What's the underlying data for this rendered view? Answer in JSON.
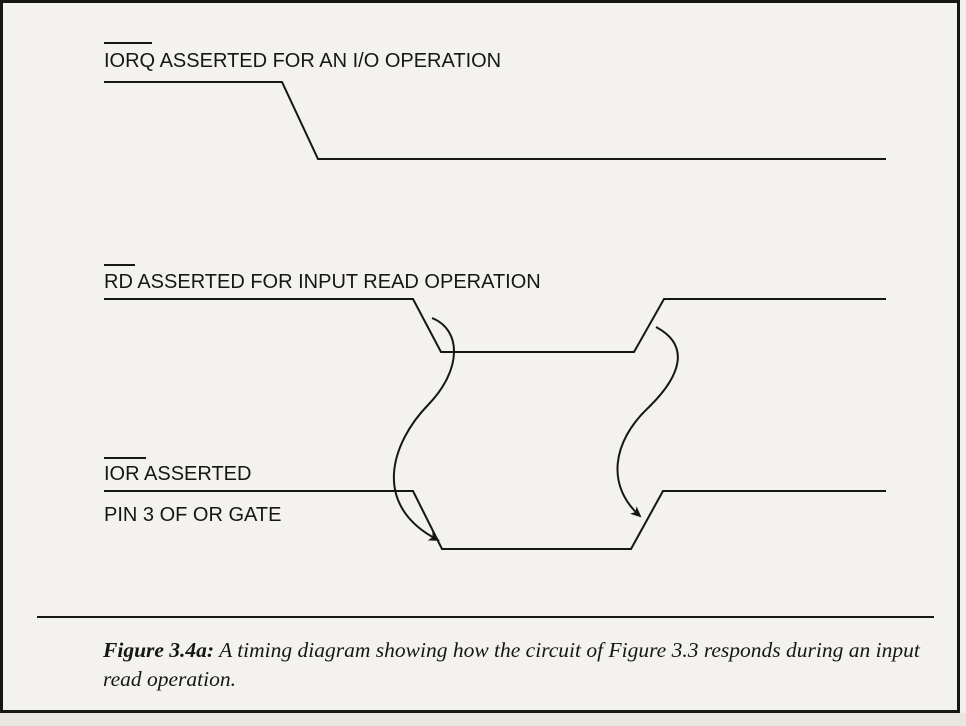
{
  "signals": {
    "iorq": {
      "name": "IORQ",
      "rest": " ASSERTED FOR AN I/O OPERATION"
    },
    "rd": {
      "name": "RD",
      "rest": " ASSERTED FOR INPUT READ OPERATION"
    },
    "ior": {
      "name": "IOR",
      "rest": " ASSERTED",
      "line2": "PIN 3 OF OR GATE"
    }
  },
  "caption": {
    "figure_id": "Figure 3.4a:",
    "text": " A timing diagram showing how the circuit of Figure 3.3 responds during an input read operation."
  }
}
